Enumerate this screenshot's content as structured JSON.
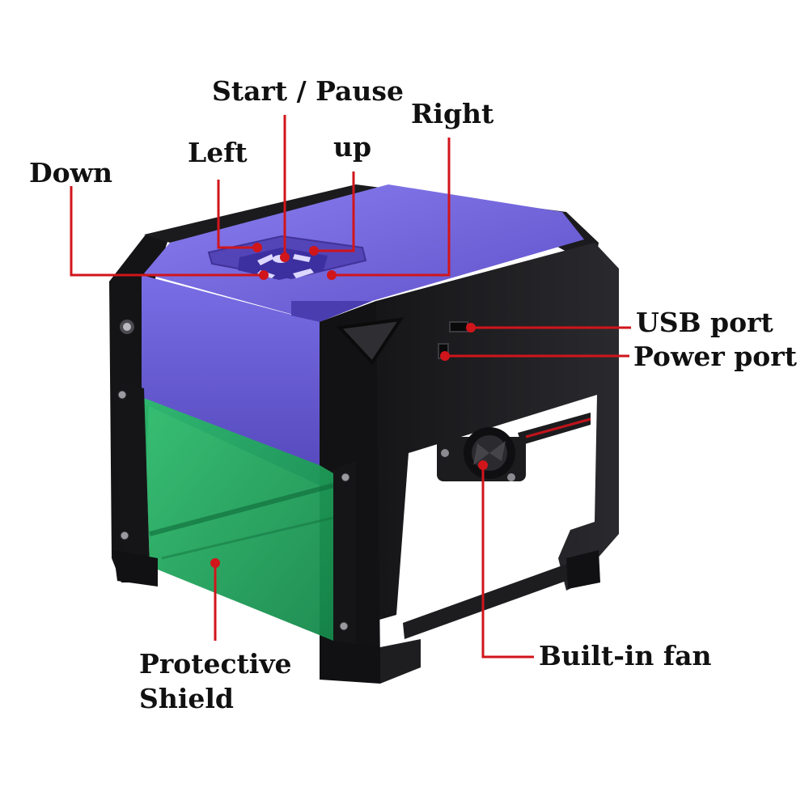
{
  "labels": {
    "start_pause": "Start / Pause",
    "right": "Right",
    "up": "up",
    "left": "Left",
    "down": "Down",
    "usb_port": "USB  port",
    "power_port": "Power port",
    "builtin_fan": "Built-in fan",
    "protective_line1": "Protective",
    "protective_line2": "Shield"
  },
  "colors": {
    "callout": "#d0151b",
    "body_black": "#1a1a1c",
    "panel_purple": "#6a5cd6",
    "shield_green": "#1fa35c"
  }
}
